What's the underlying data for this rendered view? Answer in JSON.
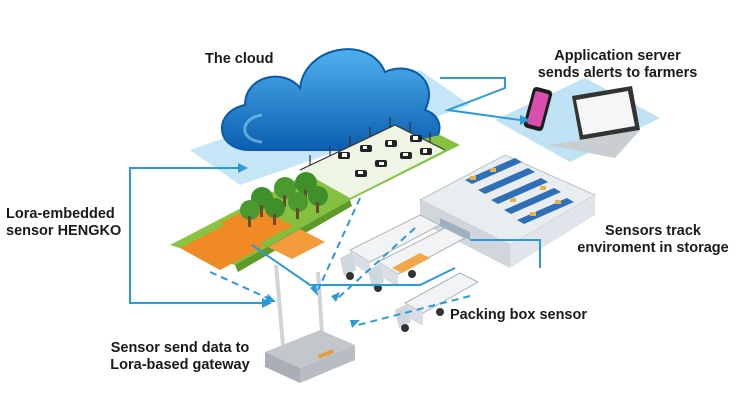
{
  "labels": {
    "cloud": "The cloud",
    "app_server_line1": "Application server",
    "app_server_line2": "sends alerts to farmers",
    "lora_sensor_line1": "Lora-embedded",
    "lora_sensor_line2": "sensor HENGKO",
    "storage_line1": "Sensors track",
    "storage_line2": "enviroment in storage",
    "packing": "Packing box sensor",
    "gateway_line1": "Sensor send data to",
    "gateway_line2": "Lora-based gateway"
  },
  "colors": {
    "connector": "#2b9ad6",
    "cloud_dark": "#0b6fc2",
    "cloud_light": "#3aa0e6",
    "platform": "#bfe3f5",
    "grass": "#8cc63f",
    "crop": "#f08a24",
    "tree": "#3f8f2a",
    "building": "#e9edf0",
    "truck_cab": "#dfe5ea"
  }
}
